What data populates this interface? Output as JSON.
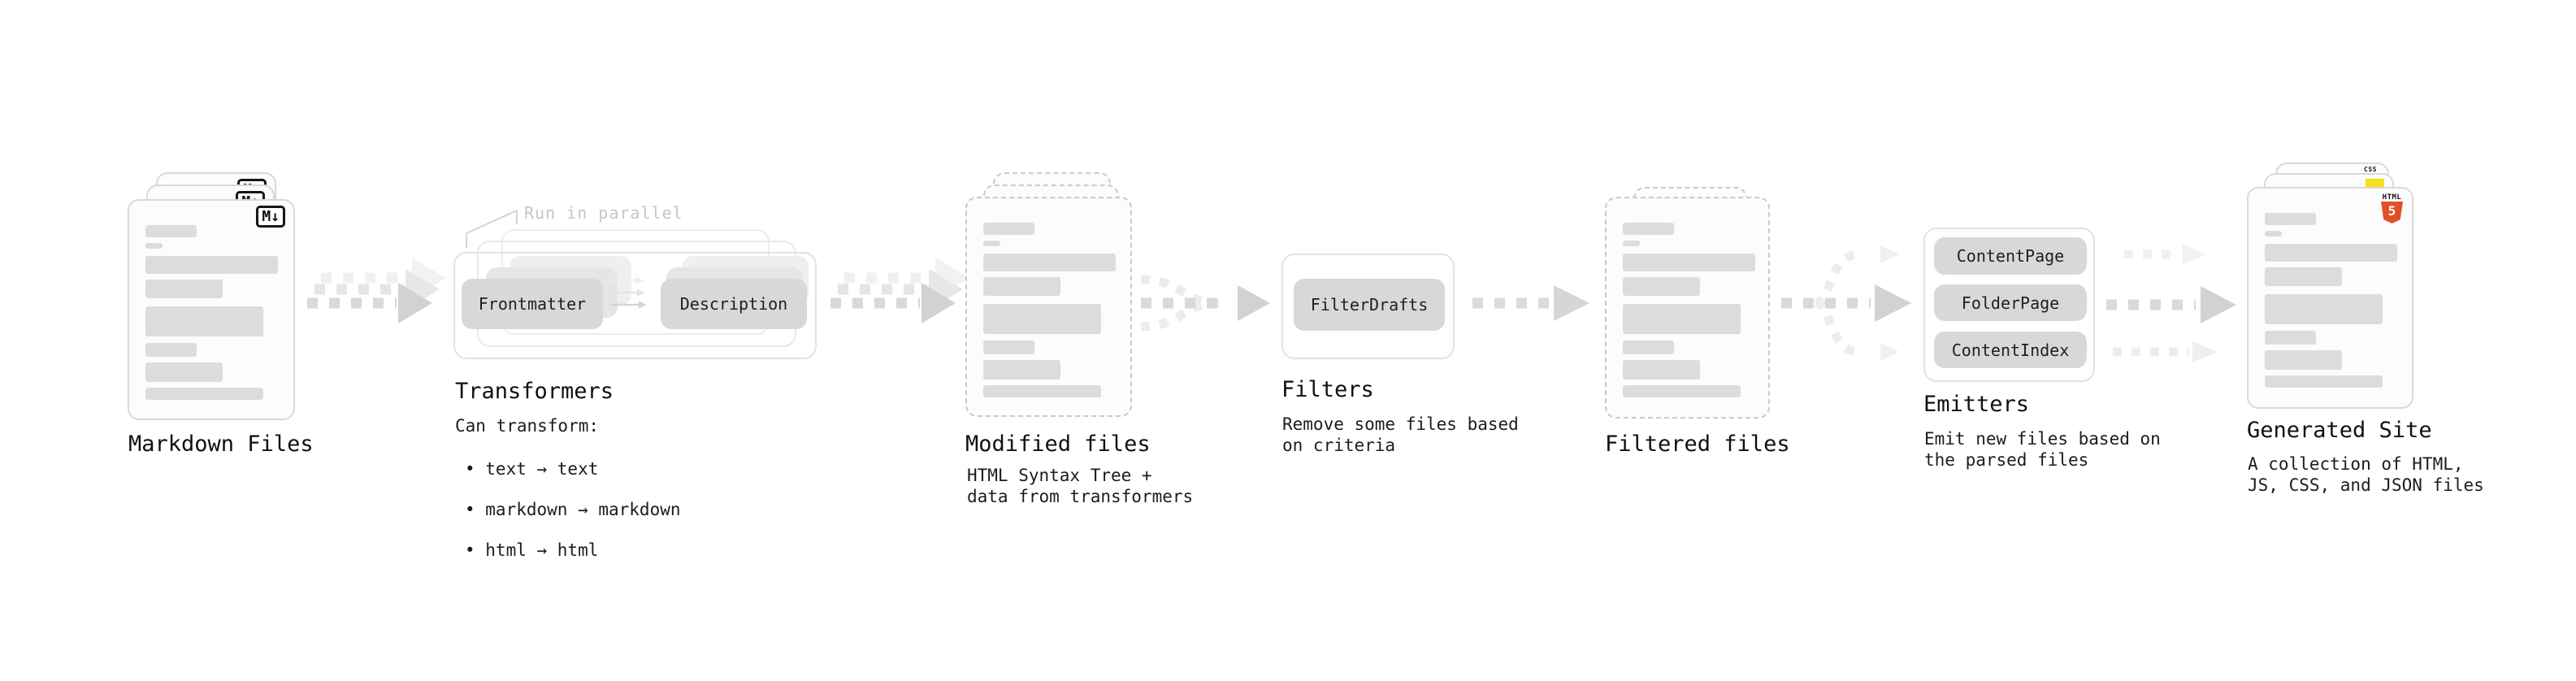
{
  "stages": {
    "markdown_files": {
      "label": "Markdown Files",
      "badge": "M↓"
    },
    "transformers": {
      "note": "Run in parallel",
      "pill_left": "Frontmatter",
      "pill_right": "Description",
      "label": "Transformers",
      "desc_title": "Can transform:",
      "bullets": [
        "• text → text",
        "• markdown → markdown",
        "• html → html"
      ]
    },
    "modified_files": {
      "label": "Modified files",
      "desc": "HTML Syntax Tree +\ndata from transformers"
    },
    "filters": {
      "pill": "FilterDrafts",
      "label": "Filters",
      "desc": "Remove some files based\non criteria"
    },
    "filtered_files": {
      "label": "Filtered files"
    },
    "emitters": {
      "pills": [
        "ContentPage",
        "FolderPage",
        "ContentIndex"
      ],
      "label": "Emitters",
      "desc": "Emit new files based on\nthe parsed files"
    },
    "generated_site": {
      "label": "Generated Site",
      "desc": "A collection of HTML,\nJS, CSS, and JSON files",
      "badge_css": "CSS",
      "badge_html": "HTML",
      "badge_five": "5"
    }
  },
  "colors": {
    "pill_fill": "#d8d8d8",
    "doc_fill": "#fcfcfc",
    "arrow_main": "#d2d2d2",
    "arrow_ghost": "#ececec",
    "html5_orange": "#e34f26",
    "js_yellow": "#f7df1e",
    "css_blue": "#2965f1"
  }
}
